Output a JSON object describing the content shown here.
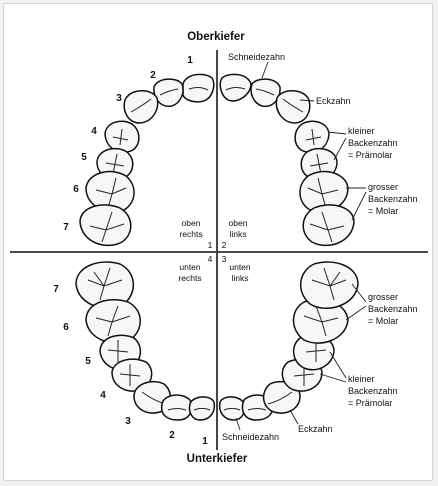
{
  "titles": {
    "upper": "Oberkiefer",
    "lower": "Unterkiefer"
  },
  "quadrants": {
    "upper_right": {
      "line1": "oben",
      "line2": "rechts",
      "number": "1"
    },
    "upper_left": {
      "line1": "oben",
      "line2": "links",
      "number": "2"
    },
    "lower_left": {
      "line1": "unten",
      "line2": "links",
      "number": "3"
    },
    "lower_right": {
      "line1": "unten",
      "line2": "rechts",
      "number": "4"
    }
  },
  "upper_numbers": [
    "1",
    "2",
    "3",
    "4",
    "5",
    "6",
    "7"
  ],
  "lower_numbers": [
    "7",
    "6",
    "5",
    "4",
    "3",
    "2",
    "1"
  ],
  "upper_labels": {
    "incisor": "Schneidezahn",
    "canine": "Eckzahn",
    "premolar": [
      "kleiner",
      "Backenzahn",
      "= Prämolar"
    ],
    "molar": [
      "grosser",
      "Backenzahn",
      "= Molar"
    ]
  },
  "lower_labels": {
    "molar": [
      "grosser",
      "Backenzahn",
      "= Molar"
    ],
    "premolar": [
      "kleiner",
      "Backenzahn",
      "= Prämolar"
    ],
    "canine": "Eckzahn",
    "incisor": "Schneidezahn"
  }
}
